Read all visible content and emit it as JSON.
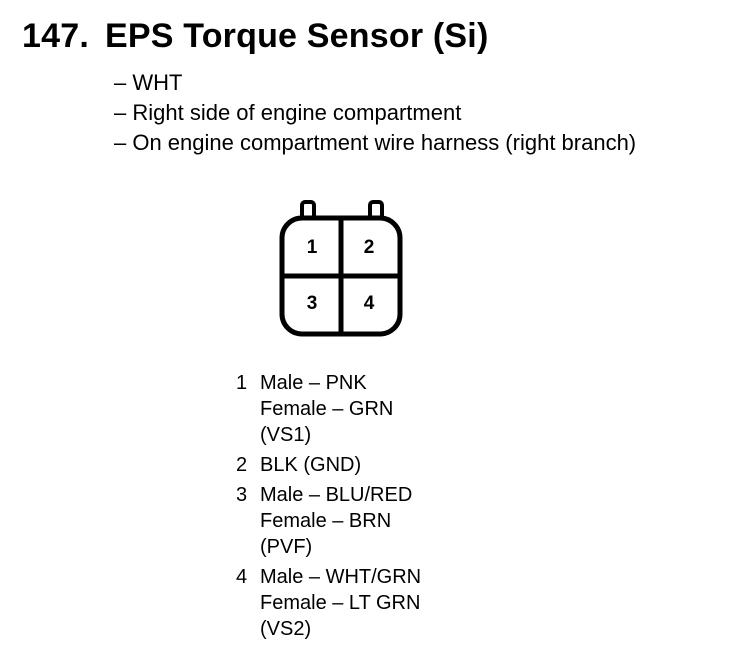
{
  "header": {
    "number": "147.",
    "title": "EPS Torque Sensor (Si)"
  },
  "notes": [
    "– WHT",
    "– Right side of engine compartment",
    "– On engine compartment wire harness (right branch)"
  ],
  "connector": {
    "cavities": [
      "1",
      "2",
      "3",
      "4"
    ]
  },
  "pins": [
    {
      "number": "1",
      "lines": [
        "Male – PNK",
        "Female – GRN",
        "(VS1)"
      ]
    },
    {
      "number": "2",
      "lines": [
        "BLK (GND)"
      ]
    },
    {
      "number": "3",
      "lines": [
        "Male – BLU/RED",
        "Female – BRN",
        "(PVF)"
      ]
    },
    {
      "number": "4",
      "lines": [
        "Male – WHT/GRN",
        "Female – LT GRN",
        "(VS2)"
      ]
    }
  ]
}
